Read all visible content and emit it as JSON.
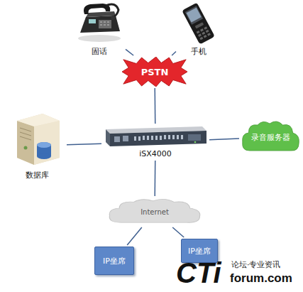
{
  "diagram": {
    "nodes": [
      {
        "text": [
          "固话"
        ]
      },
      {
        "text": [
          "手机"
        ]
      },
      {
        "text": [
          "PSTN"
        ]
      },
      {
        "text": [
          "数据库"
        ]
      },
      {
        "text": [
          "iSX4000"
        ]
      },
      {
        "text": [
          "录音服务器"
        ]
      },
      {
        "text": [
          "Internet"
        ]
      },
      {
        "text": [
          "IP坐席"
        ]
      },
      {
        "text": [
          "IP坐席"
        ]
      }
    ],
    "edges": [
      {
        "from": 0,
        "to": 2,
        "arrow": "none"
      },
      {
        "from": 1,
        "to": 2,
        "arrow": "none"
      },
      {
        "from": 2,
        "to": 4,
        "arrow": "none"
      },
      {
        "from": 3,
        "to": 4,
        "arrow": "none"
      },
      {
        "from": 4,
        "to": 5,
        "arrow": "none"
      },
      {
        "from": 4,
        "to": 6,
        "arrow": "none"
      },
      {
        "from": 6,
        "to": 7,
        "arrow": "none"
      },
      {
        "from": 6,
        "to": 8,
        "arrow": "none"
      }
    ],
    "labels": [
      "CTi",
      "论坛·专业资讯",
      "forum.com"
    ]
  }
}
